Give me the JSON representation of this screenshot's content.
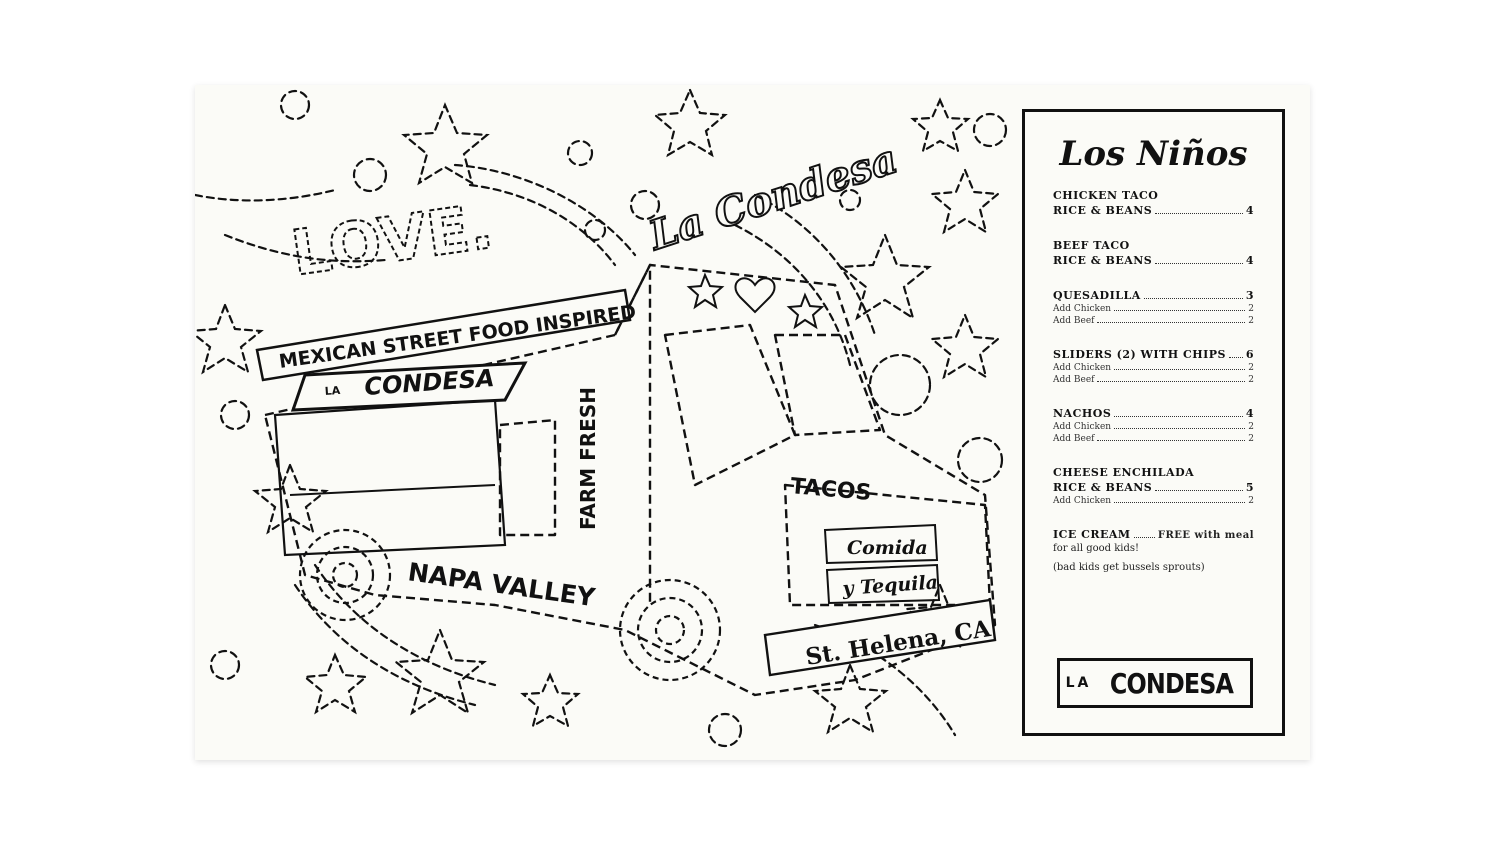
{
  "illustration": {
    "love": "LOVE.",
    "script_brand": "La Condesa",
    "banner": "MEXICAN STREET FOOD INSPIRED",
    "awning_la": "LA",
    "awning_brand": "CONDESA",
    "farm": "FARM FRESH",
    "tacos": "TACOS",
    "napa": "NAPA VALLEY",
    "comida": "Comida",
    "tequila": "y Tequila",
    "plate": "St. Helena, CA"
  },
  "menu": {
    "title": "Los Niños",
    "items": [
      {
        "name1": "CHICKEN TACO",
        "name2": "RICE & BEANS",
        "price": "4",
        "addons": []
      },
      {
        "name1": "BEEF TACO",
        "name2": "RICE & BEANS",
        "price": "4",
        "addons": []
      },
      {
        "name1": "QUESADILLA",
        "name2": "",
        "price": "3",
        "addons": [
          {
            "label": "Add Chicken",
            "price": "2"
          },
          {
            "label": "Add Beef",
            "price": "2"
          }
        ]
      },
      {
        "name1": "SLIDERS (2) WITH CHIPS",
        "name2": "",
        "price": "6",
        "addons": [
          {
            "label": "Add Chicken",
            "price": "2"
          },
          {
            "label": "Add Beef",
            "price": "2"
          }
        ]
      },
      {
        "name1": "NACHOS",
        "name2": "",
        "price": "4",
        "addons": [
          {
            "label": "Add Chicken",
            "price": "2"
          },
          {
            "label": "Add Beef",
            "price": "2"
          }
        ]
      },
      {
        "name1": "CHEESE ENCHILADA",
        "name2": "RICE & BEANS",
        "price": "5",
        "addons": [
          {
            "label": "Add Chicken",
            "price": "2"
          }
        ]
      }
    ],
    "ice_cream": {
      "name": "ICE CREAM",
      "price": "FREE with meal",
      "line2": "for all good kids!",
      "note": "(bad kids get bussels sprouts)"
    },
    "logo_la": "LA",
    "logo_brand": "CONDESA"
  }
}
